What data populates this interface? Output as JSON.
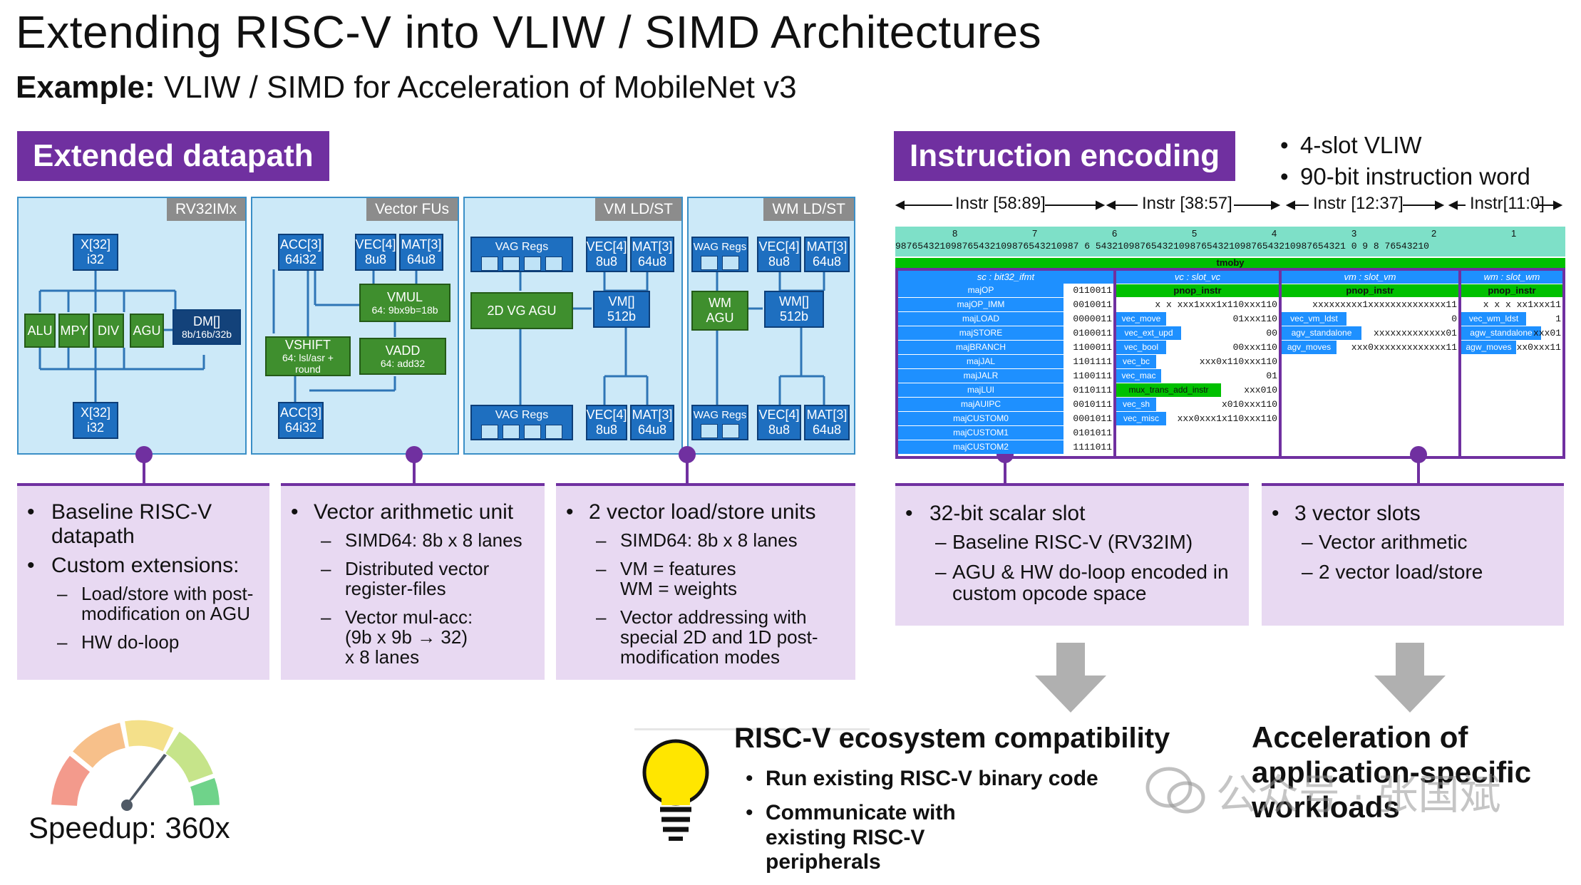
{
  "title": "Extending RISC-V into VLIW / SIMD Architectures",
  "subtitle_bold": "Example:",
  "subtitle_rest": " VLIW / SIMD for Acceleration of MobileNet v3",
  "left_tag": "Extended datapath",
  "right_tag": "Instruction encoding",
  "right_bullets": [
    "4-slot VLIW",
    "90-bit instruction word"
  ],
  "panels": {
    "rv": {
      "head": "RV32IMx",
      "x_top": [
        "X[32]",
        "i32"
      ],
      "units": [
        "ALU",
        "MPY",
        "DIV",
        "AGU"
      ],
      "dm": [
        "DM[]",
        "8b/16b/32b"
      ],
      "x_bot": [
        "X[32]",
        "i32"
      ]
    },
    "vfu": {
      "head": "Vector FUs",
      "acc_top": [
        "ACC[3]",
        "64i32"
      ],
      "vec": [
        "VEC[4]",
        "8u8"
      ],
      "mat": [
        "MAT[3]",
        "64u8"
      ],
      "vmul": [
        "VMUL",
        "64: 9bx9b=18b"
      ],
      "vshift": [
        "VSHIFT",
        "64: lsl/asr +",
        "round"
      ],
      "vadd": [
        "VADD",
        "64: add32"
      ],
      "acc_bot": [
        "ACC[3]",
        "64i32"
      ]
    },
    "vm": {
      "head": "VM LD/ST",
      "vag_top": "VAG Regs",
      "vec_top": [
        "VEC[4]",
        "8u8"
      ],
      "mat_top": [
        "MAT[3]",
        "64u8"
      ],
      "agu": "2D VG AGU",
      "vm": [
        "VM[]",
        "512b"
      ],
      "vag_bot": "VAG Regs",
      "vec_bot": [
        "VEC[4]",
        "8u8"
      ],
      "mat_bot": [
        "MAT[3]",
        "64u8"
      ]
    },
    "wm": {
      "head": "WM LD/ST",
      "wag_top": "WAG Regs",
      "vec_top": [
        "VEC[4]",
        "8u8"
      ],
      "mat_top": [
        "MAT[3]",
        "64u8"
      ],
      "agu": [
        "WM",
        "AGU"
      ],
      "wm": [
        "WM[]",
        "512b"
      ],
      "wag_bot": "WAG Regs",
      "vec_bot": [
        "VEC[4]",
        "8u8"
      ],
      "mat_bot": [
        "MAT[3]",
        "64u8"
      ]
    }
  },
  "desc": {
    "d1": {
      "b1": "Baseline RISC-V datapath",
      "b2": "Custom extensions:",
      "s1": "Load/store with post-modification on AGU",
      "s2": "HW do-loop"
    },
    "d2": {
      "b1": "Vector arithmetic unit",
      "s1": "SIMD64: 8b x 8 lanes",
      "s2": "Distributed vector register-files",
      "s3a": "Vector mul-acc:",
      "s3b": "(9b x 9b → 32)",
      "s3c": "x 8 lanes"
    },
    "d3": {
      "b1": "2 vector load/store units",
      "s1": "SIMD64: 8b x 8 lanes",
      "s2a": "VM = features",
      "s2b": "WM = weights",
      "s3": "Vector addressing with special 2D and 1D post-modification modes"
    },
    "d4": {
      "b1": "32-bit scalar slot",
      "s1": "Baseline RISC-V (RV32IM)",
      "s2": "AGU & HW do-loop encoded in custom opcode space"
    },
    "d5": {
      "b1": "3 vector slots",
      "s1": "Vector arithmetic",
      "s2": "2 vector load/store"
    }
  },
  "encoding": {
    "ranges": [
      "Instr [58:89]",
      "Instr [38:57]",
      "Instr [12:37]",
      "Instr[11:0]"
    ],
    "ruler_digits": "987654321098765432109876543210987  6  543210987654321098765432109876543210987654321  0  9  8 76543210",
    "ruler_tens": [
      "8",
      "7",
      "6",
      "5",
      "4",
      "3",
      "2",
      "1"
    ],
    "tmoby": "tmoby",
    "slot_heads": [
      "sc : bit32_ifmt",
      "vc : slot_vc",
      "vm : slot_vm",
      "wm : slot_wm"
    ],
    "pnop": [
      "pnop_instr",
      "pnop_instr",
      "pnop_instr"
    ],
    "sc_rows": [
      {
        "name": "majOP",
        "bits": "0110011"
      },
      {
        "name": "majOP_IMM",
        "bits": "0010011"
      },
      {
        "name": "majLOAD",
        "bits": "0000011"
      },
      {
        "name": "majSTORE",
        "bits": "0100011"
      },
      {
        "name": "majBRANCH",
        "bits": "1100011"
      },
      {
        "name": "majJAL",
        "bits": "1101111"
      },
      {
        "name": "majJALR",
        "bits": "1100111"
      },
      {
        "name": "majLUI",
        "bits": "0110111"
      },
      {
        "name": "majAUIPC",
        "bits": "0010111"
      },
      {
        "name": "majCUSTOM0",
        "bits": "0001011"
      },
      {
        "name": "majCUSTOM1",
        "bits": "0101011"
      },
      {
        "name": "majCUSTOM2",
        "bits": "1111011"
      }
    ],
    "vc_rows": [
      {
        "name": "",
        "bits": "x  x  xxx1xxx1x110xxx110"
      },
      {
        "name": "vec_move",
        "bits": "01xxx110"
      },
      {
        "name": "vec_ext_upd",
        "bits": "00"
      },
      {
        "name": "vec_bool",
        "bits": "00xxx110"
      },
      {
        "name": "vec_bc",
        "bits": "xxx0x110xxx110"
      },
      {
        "name": "vec_mac",
        "bits": "01"
      },
      {
        "name": "mux_trans_add_instr",
        "bits": "xxx010"
      },
      {
        "name": "vec_sh",
        "bits": "x010xxx110"
      },
      {
        "name": "vec_misc",
        "bits": "xxx0xxx1x110xxx110"
      }
    ],
    "vm_rows": [
      {
        "name": "",
        "bits": "xxxxxxxxx1xxxxxxxxxxxxxx11"
      },
      {
        "name": "vec_vm_ldst",
        "bits": "0"
      },
      {
        "name": "agv_standalone",
        "bits": "xxxxxxxxxxxxx01"
      },
      {
        "name": "agv_moves",
        "bits": "xxx0xxxxxxxxxxxxx11"
      }
    ],
    "wm_rows": [
      {
        "name": "",
        "bits": "x  x  x xx1xxx11"
      },
      {
        "name": "vec_wm_ldst",
        "bits": "1"
      },
      {
        "name": "agw_standalone",
        "bits": "xxx01"
      },
      {
        "name": "agw_moves",
        "bits": "xx0xxx11"
      }
    ]
  },
  "speedup": "Speedup: 360x",
  "bulb_title": "RISC-V ecosystem compatibility",
  "bulb_bullets": [
    "Run existing RISC-V binary code",
    "Communicate with existing RISC-V peripherals"
  ],
  "accel_title": "Acceleration of application-specific workloads",
  "watermark": "公众号 · 张国斌",
  "colors": {
    "purple": "#7030a0",
    "lavender": "#e8d9f2",
    "panel": "#cce9f8",
    "blue_box": "#1e6fc0",
    "green_box": "#3f8f2e",
    "grid_green": "#00c000",
    "grid_blue": "#1e90ff",
    "arrow_gray": "#b0b0b0",
    "bulb_yellow": "#ffe600"
  }
}
